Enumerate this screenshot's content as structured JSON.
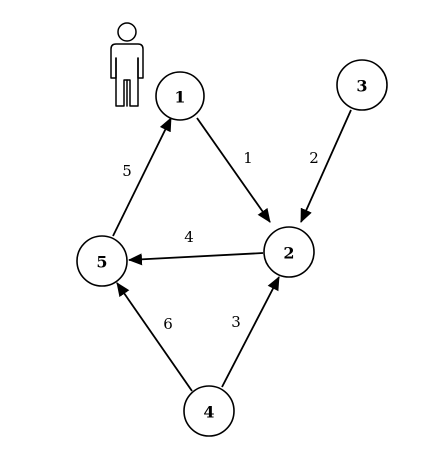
{
  "nodes": [
    {
      "id": "1",
      "label": "1"
    },
    {
      "id": "2",
      "label": "2"
    },
    {
      "id": "3",
      "label": "3"
    },
    {
      "id": "4",
      "label": "4"
    },
    {
      "id": "5",
      "label": "5"
    }
  ],
  "edges": [
    {
      "from": "1",
      "to": "2",
      "label": "1"
    },
    {
      "from": "3",
      "to": "2",
      "label": "2"
    },
    {
      "from": "4",
      "to": "2",
      "label": "3"
    },
    {
      "from": "2",
      "to": "5",
      "label": "4"
    },
    {
      "from": "5",
      "to": "1",
      "label": "5"
    },
    {
      "from": "4",
      "to": "5",
      "label": "6"
    }
  ],
  "icons": {
    "person": "person-icon"
  },
  "colors": {
    "stroke": "#000000",
    "background": "#ffffff"
  }
}
